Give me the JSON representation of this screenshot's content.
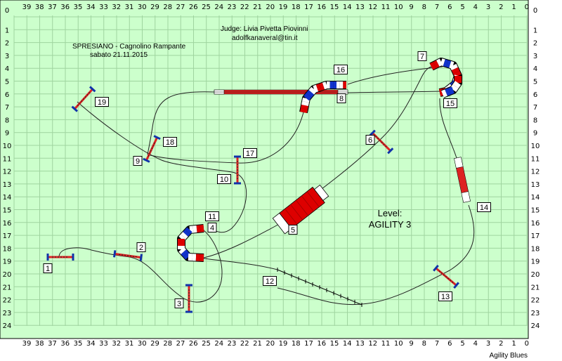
{
  "header": {
    "event_line": "SPRESIANO - Cagnolino Rampante",
    "date_line": "sabato 21.11.2015",
    "judge_line": "Judge: Livia Pivetta Piovinni",
    "email_line": "adolfkanaveral@tin.it"
  },
  "level": {
    "label": "Level:",
    "value": "AGILITY 3"
  },
  "footer": {
    "brand": "Agility Blues"
  },
  "colors": {
    "field": "#ccffcc",
    "grid": "#aaddaa",
    "tunnel_red": "#dd0000",
    "tunnel_blue": "#1133cc",
    "bar_red": "#dd2222",
    "bar_blue": "#1133aa"
  },
  "axes": {
    "x_labels": [
      "39",
      "38",
      "37",
      "36",
      "35",
      "34",
      "33",
      "32",
      "31",
      "30",
      "29",
      "28",
      "27",
      "26",
      "25",
      "24",
      "23",
      "22",
      "21",
      "20",
      "19",
      "18",
      "17",
      "16",
      "15",
      "14",
      "13",
      "12",
      "11",
      "10",
      "9",
      "8",
      "7",
      "6",
      "5",
      "4",
      "3",
      "2",
      "1",
      "0"
    ],
    "y_labels": [
      "0",
      "1",
      "2",
      "3",
      "4",
      "5",
      "6",
      "7",
      "8",
      "9",
      "10",
      "11",
      "12",
      "13",
      "14",
      "15",
      "16",
      "17",
      "18",
      "19",
      "20",
      "21",
      "22",
      "23",
      "24"
    ]
  },
  "obstacles": [
    {
      "number": "1",
      "type": "jump"
    },
    {
      "number": "2",
      "type": "jump"
    },
    {
      "number": "3",
      "type": "jump"
    },
    {
      "number": "4",
      "type": "tunnel"
    },
    {
      "number": "5",
      "type": "chute"
    },
    {
      "number": "6",
      "type": "jump"
    },
    {
      "number": "7",
      "type": "tunnel"
    },
    {
      "number": "8",
      "type": "dogwalk"
    },
    {
      "number": "9",
      "type": "jump"
    },
    {
      "number": "10",
      "type": "jump"
    },
    {
      "number": "11",
      "type": "tunnel"
    },
    {
      "number": "12",
      "type": "weave poles"
    },
    {
      "number": "13",
      "type": "jump"
    },
    {
      "number": "14",
      "type": "a-frame"
    },
    {
      "number": "15",
      "type": "tunnel"
    },
    {
      "number": "16",
      "type": "tunnel"
    },
    {
      "number": "17",
      "type": "jump"
    },
    {
      "number": "18",
      "type": "jump"
    },
    {
      "number": "19",
      "type": "jump"
    }
  ]
}
